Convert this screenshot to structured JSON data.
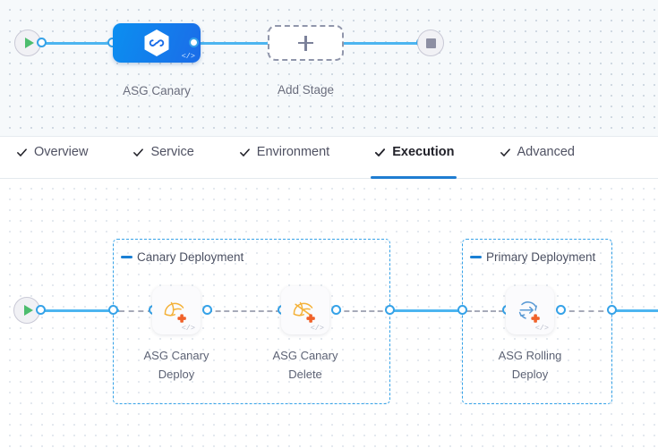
{
  "stage_canvas": {
    "start_node": {
      "name": "pipeline-start",
      "icon": "play-icon"
    },
    "end_node": {
      "name": "pipeline-end",
      "icon": "stop-icon"
    },
    "stages": [
      {
        "label": "ASG Canary",
        "icon": "harness-hexagon-icon",
        "code_glyph": "</>",
        "selected": true
      },
      {
        "label": "Add Stage",
        "icon": "plus-icon"
      }
    ]
  },
  "tabbar": {
    "tabs": [
      {
        "label": "Overview",
        "icon": "check-icon",
        "active": false
      },
      {
        "label": "Service",
        "icon": "check-icon",
        "active": false
      },
      {
        "label": "Environment",
        "icon": "check-icon",
        "active": false
      },
      {
        "label": "Execution",
        "icon": "check-icon",
        "active": true
      },
      {
        "label": "Advanced",
        "icon": "check-icon",
        "active": false
      }
    ]
  },
  "execution": {
    "start_node": {
      "name": "execution-start",
      "icon": "play-icon"
    },
    "groups": [
      {
        "label": "Canary Deployment",
        "steps": [
          {
            "title_line1": "ASG Canary",
            "title_line2": "Deploy",
            "icon": "asg-canary-deploy-icon",
            "code_glyph": "</>"
          },
          {
            "title_line1": "ASG Canary",
            "title_line2": "Delete",
            "icon": "asg-canary-delete-icon",
            "code_glyph": "</>"
          }
        ]
      },
      {
        "label": "Primary Deployment",
        "steps": [
          {
            "title_line1": "ASG Rolling",
            "title_line2": "Deploy",
            "icon": "asg-rolling-deploy-icon",
            "code_glyph": "</>"
          }
        ]
      }
    ]
  },
  "colors": {
    "accent_blue": "#35a2e8",
    "link_blue": "#4cb5f0",
    "stage_blue": "#1b6ce8",
    "tab_active_underline": "#1f7dd1",
    "start_green": "#4dbd6e",
    "stop_grey": "#8d8fa3",
    "asg_orange": "#f4a53a",
    "badge_orange": "#f0622a",
    "dashed_grey": "#a6aab8"
  }
}
